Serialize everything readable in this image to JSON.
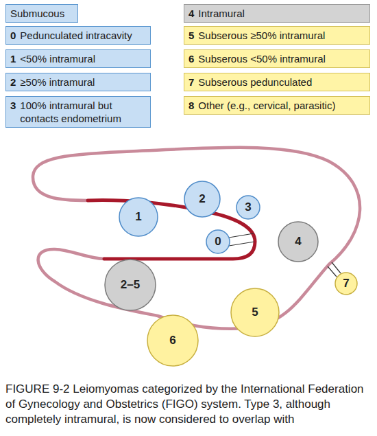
{
  "diagram": {
    "caption": "FIGURE 9-2 Leiomyomas categorized by the International Federation of Gynecology and Obstetrics (FIGO) system. Type 3, although completely intramural, is now considered to overlap with",
    "nodes": [
      {
        "text": [
          "Submucous"
        ]
      },
      {
        "text": [
          "0",
          "Pedunculated intracavity"
        ]
      },
      {
        "text": [
          "1",
          "<50% intramural"
        ]
      },
      {
        "text": [
          "2",
          "≥50% intramural"
        ]
      },
      {
        "text": [
          "3",
          "100% intramural but contacts endometrium"
        ]
      },
      {
        "text": [
          "4",
          "Intramural"
        ]
      },
      {
        "text": [
          "5",
          "Subserous ≥50% intramural"
        ]
      },
      {
        "text": [
          "6",
          "Subserous <50% intramural"
        ]
      },
      {
        "text": [
          "7",
          "Subserous pedunculated"
        ]
      },
      {
        "text": [
          "8",
          "Other (e.g., cervical, parasitic)"
        ]
      },
      {
        "text": [
          "2"
        ]
      },
      {
        "text": [
          "3"
        ]
      },
      {
        "text": [
          "1"
        ]
      },
      {
        "text": [
          "0"
        ]
      },
      {
        "text": [
          "4"
        ]
      },
      {
        "text": [
          "7"
        ]
      },
      {
        "text": [
          "2–5"
        ]
      },
      {
        "text": [
          "5"
        ]
      },
      {
        "text": [
          "6"
        ]
      }
    ]
  }
}
